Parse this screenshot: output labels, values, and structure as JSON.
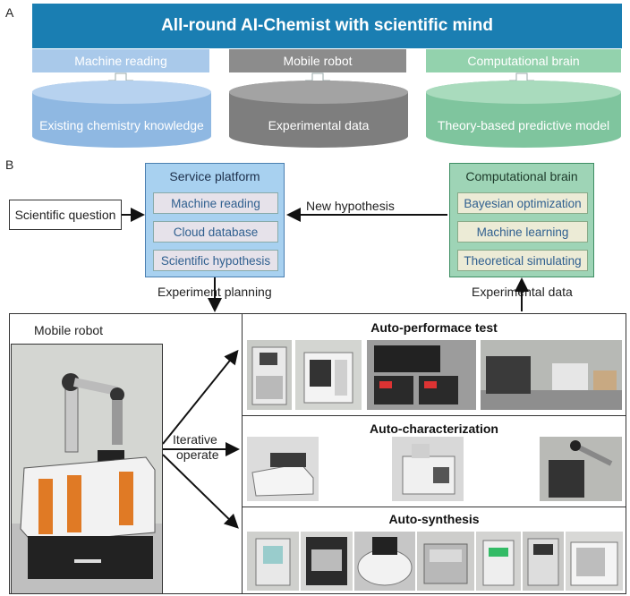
{
  "panel_a": {
    "letter": "A",
    "banner": "All-round AI-Chemist with scientific mind",
    "columns": [
      {
        "head": "Machine reading",
        "cylinder": "Existing chemistry knowledge"
      },
      {
        "head": "Mobile robot",
        "cylinder": "Experimental data"
      },
      {
        "head": "Computational brain",
        "cylinder": "Theory-based predictive model"
      }
    ]
  },
  "panel_b": {
    "letter": "B",
    "scientific_question": "Scientific question",
    "service_platform": {
      "title": "Service platform",
      "items": [
        "Machine reading",
        "Cloud database",
        "Scientific hypothesis"
      ]
    },
    "computational_brain": {
      "title": "Computational brain",
      "items": [
        "Bayesian optimization",
        "Machine learning",
        "Theoretical simulating"
      ]
    },
    "new_hypothesis": "New hypothesis",
    "experiment_planning": "Experiment planning",
    "experimental_data": "Experimental data",
    "mobile_robot": "Mobile robot",
    "iterative_operate_line1": "Iterative",
    "iterative_operate_line2": "operate",
    "auto_performance": "Auto-performace test",
    "auto_characterization": "Auto-characterization",
    "auto_synthesis": "Auto-synthesis"
  },
  "colors": {
    "banner": "#1a7eb2",
    "blue": "#9dc0e4",
    "gray": "#8a8a8a",
    "green": "#8fcdaa",
    "service_bg": "#a8d1f0",
    "brain_bg": "#9ed4b6"
  }
}
